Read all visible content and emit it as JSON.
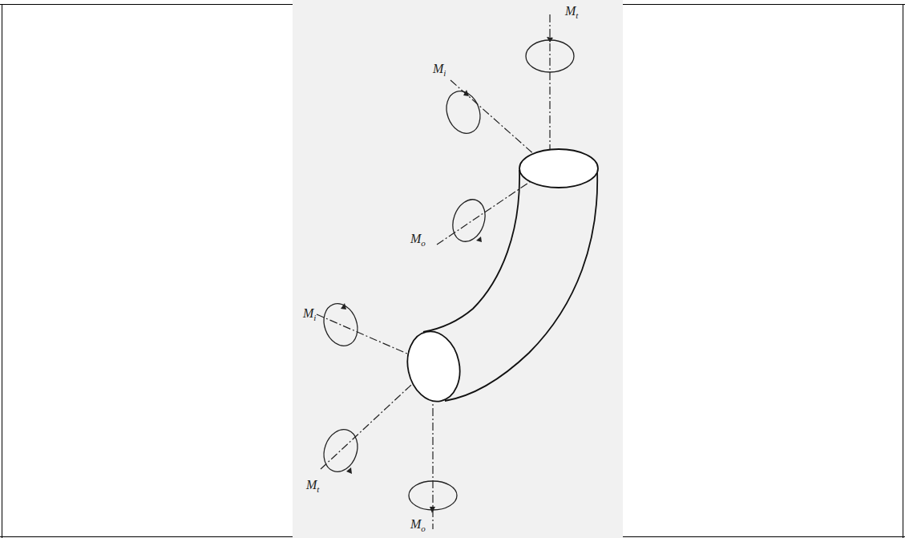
{
  "diagram": {
    "labels": [
      "Mt",
      "Mi",
      "Mo",
      "Mi",
      "Mt",
      "Mo"
    ]
  }
}
